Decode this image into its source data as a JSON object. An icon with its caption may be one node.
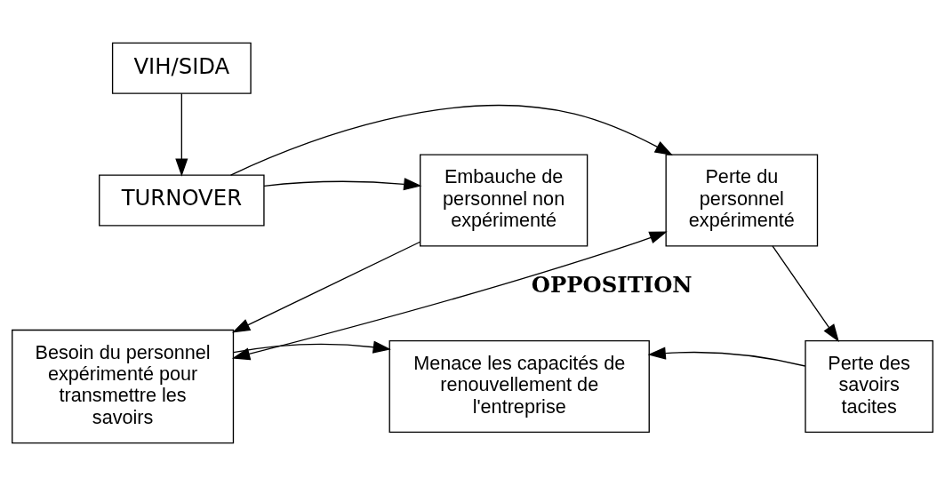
{
  "diagram": {
    "nodes": [
      {
        "text": [
          "VIH/SIDA"
        ]
      },
      {
        "text": [
          "TURNOVER"
        ]
      },
      {
        "text": [
          "Embauche de personnel non expérimenté"
        ]
      },
      {
        "text": [
          "Perte du personnel expérimenté"
        ]
      },
      {
        "text": [
          "Besoin du personnel expérimenté pour transmettre les savoirs"
        ]
      },
      {
        "text": [
          "Menace les capacités de renouvellement de l'entreprise"
        ]
      },
      {
        "text": [
          "Perte des savoirs tacites"
        ]
      }
    ],
    "edges": [
      {
        "from": 0,
        "to": 1,
        "arrow": "to"
      },
      {
        "from": 1,
        "to": 2,
        "arrow": "to"
      },
      {
        "from": 1,
        "to": 3,
        "arrow": "to"
      },
      {
        "from": 2,
        "to": 4,
        "arrow": "to"
      },
      {
        "from": 3,
        "to": 6,
        "arrow": "to"
      },
      {
        "from": 4,
        "to": 3,
        "arrow": "both",
        "label": "OPPOSITION"
      },
      {
        "from": 4,
        "to": 5,
        "arrow": "to"
      },
      {
        "from": 6,
        "to": 5,
        "arrow": "to"
      }
    ]
  }
}
